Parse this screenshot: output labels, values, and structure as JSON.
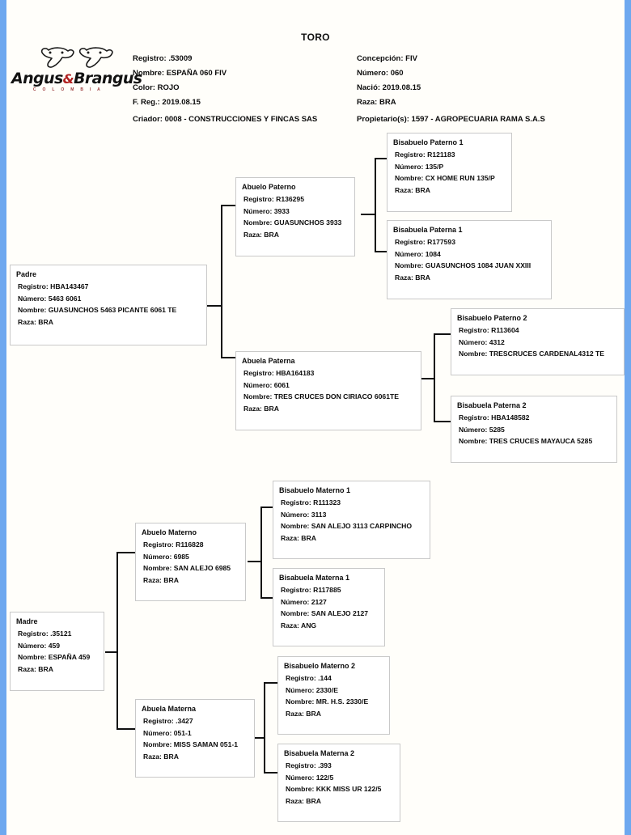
{
  "page": {
    "title": "TORO",
    "edge_color": "#6ea8ef",
    "paper_color": "#fffefa"
  },
  "logo": {
    "name": "angus-brangus-logo",
    "word_left": "Angus",
    "word_amp": "&",
    "word_right": "Brangus",
    "subtitle": "C O L O M B I A"
  },
  "header": {
    "left": [
      "Registro: .53009",
      "Nombre: ESPAÑA 060 FIV",
      "Color: ROJO",
      "F. Reg.: 2019.08.15"
    ],
    "right": [
      "Concepción: FIV",
      "Número: 060",
      "Nació: 2019.08.15",
      "Raza: BRA"
    ],
    "criador": "Criador: 0008 - CONSTRUCCIONES Y FINCAS SAS",
    "propietario": "Propietario(s): 1597 - AGROPECUARIA RAMA S.A.S"
  },
  "pedigree": {
    "padre": {
      "label": "Padre",
      "lines": [
        "Registro: HBA143467",
        "Número: 5463    6061",
        "Nombre: GUASUNCHOS 5463 PICANTE 6061 TE",
        "Raza: BRA"
      ]
    },
    "abuelo_paterno": {
      "label": "Abuelo Paterno",
      "lines": [
        "Registro: R136295",
        "Número: 3933",
        "Nombre: GUASUNCHOS 3933",
        "Raza: BRA"
      ]
    },
    "abuela_paterna": {
      "label": "Abuela Paterna",
      "lines": [
        "Registro: HBA164183",
        "Número: 6061",
        "Nombre: TRES CRUCES DON CIRIACO 6061TE",
        "Raza: BRA"
      ]
    },
    "bisabuelo_paterno_1": {
      "label": "Bisabuelo Paterno 1",
      "lines": [
        "Registro: R121183",
        "Número: 135/P",
        "Nombre: CX HOME RUN 135/P",
        "Raza: BRA"
      ]
    },
    "bisabuela_paterna_1": {
      "label": "Bisabuela Paterna 1",
      "lines": [
        "Registro: R177593",
        "Número: 1084",
        "Nombre: GUASUNCHOS 1084 JUAN XXIII",
        "Raza: BRA"
      ]
    },
    "bisabuelo_paterno_2": {
      "label": "Bisabuelo Paterno 2",
      "lines": [
        "Registro: R113604",
        "Número: 4312",
        "Nombre: TRESCRUCES CARDENAL4312 TE"
      ]
    },
    "bisabuela_paterna_2": {
      "label": "Bisabuela Paterna 2",
      "lines": [
        "Registro: HBA148582",
        "Número: 5285",
        "Nombre: TRES CRUCES MAYAUCA 5285"
      ]
    },
    "madre": {
      "label": "Madre",
      "lines": [
        "Registro: .35121",
        "Número: 459",
        "Nombre: ESPAÑA 459",
        "Raza: BRA"
      ]
    },
    "abuelo_materno": {
      "label": "Abuelo Materno",
      "lines": [
        "Registro: R116828",
        "Número: 6985",
        "Nombre: SAN ALEJO 6985",
        "Raza: BRA"
      ]
    },
    "abuela_materna": {
      "label": "Abuela Materna",
      "lines": [
        "Registro: .3427",
        "Número: 051-1",
        "Nombre: MISS SAMAN 051-1",
        "Raza: BRA"
      ]
    },
    "bisabuelo_materno_1": {
      "label": "Bisabuelo Materno 1",
      "lines": [
        "Registro: R111323",
        "Número: 3113",
        "Nombre: SAN ALEJO 3113 CARPINCHO",
        "Raza: BRA"
      ]
    },
    "bisabuela_materna_1": {
      "label": "Bisabuela Materna 1",
      "lines": [
        "Registro: R117885",
        "Número: 2127",
        "Nombre: SAN ALEJO 2127",
        "Raza: ANG"
      ]
    },
    "bisabuelo_materno_2": {
      "label": "Bisabuelo Materno 2",
      "lines": [
        "Registro: .144",
        "Número: 2330/E",
        "Nombre: MR. H.S. 2330/E",
        "Raza: BRA"
      ]
    },
    "bisabuela_materna_2": {
      "label": "Bisabuela Materna 2",
      "lines": [
        "Registro: .393",
        "Número: 122/5",
        "Nombre: KKK MISS UR 122/5",
        "Raza: BRA"
      ]
    }
  }
}
